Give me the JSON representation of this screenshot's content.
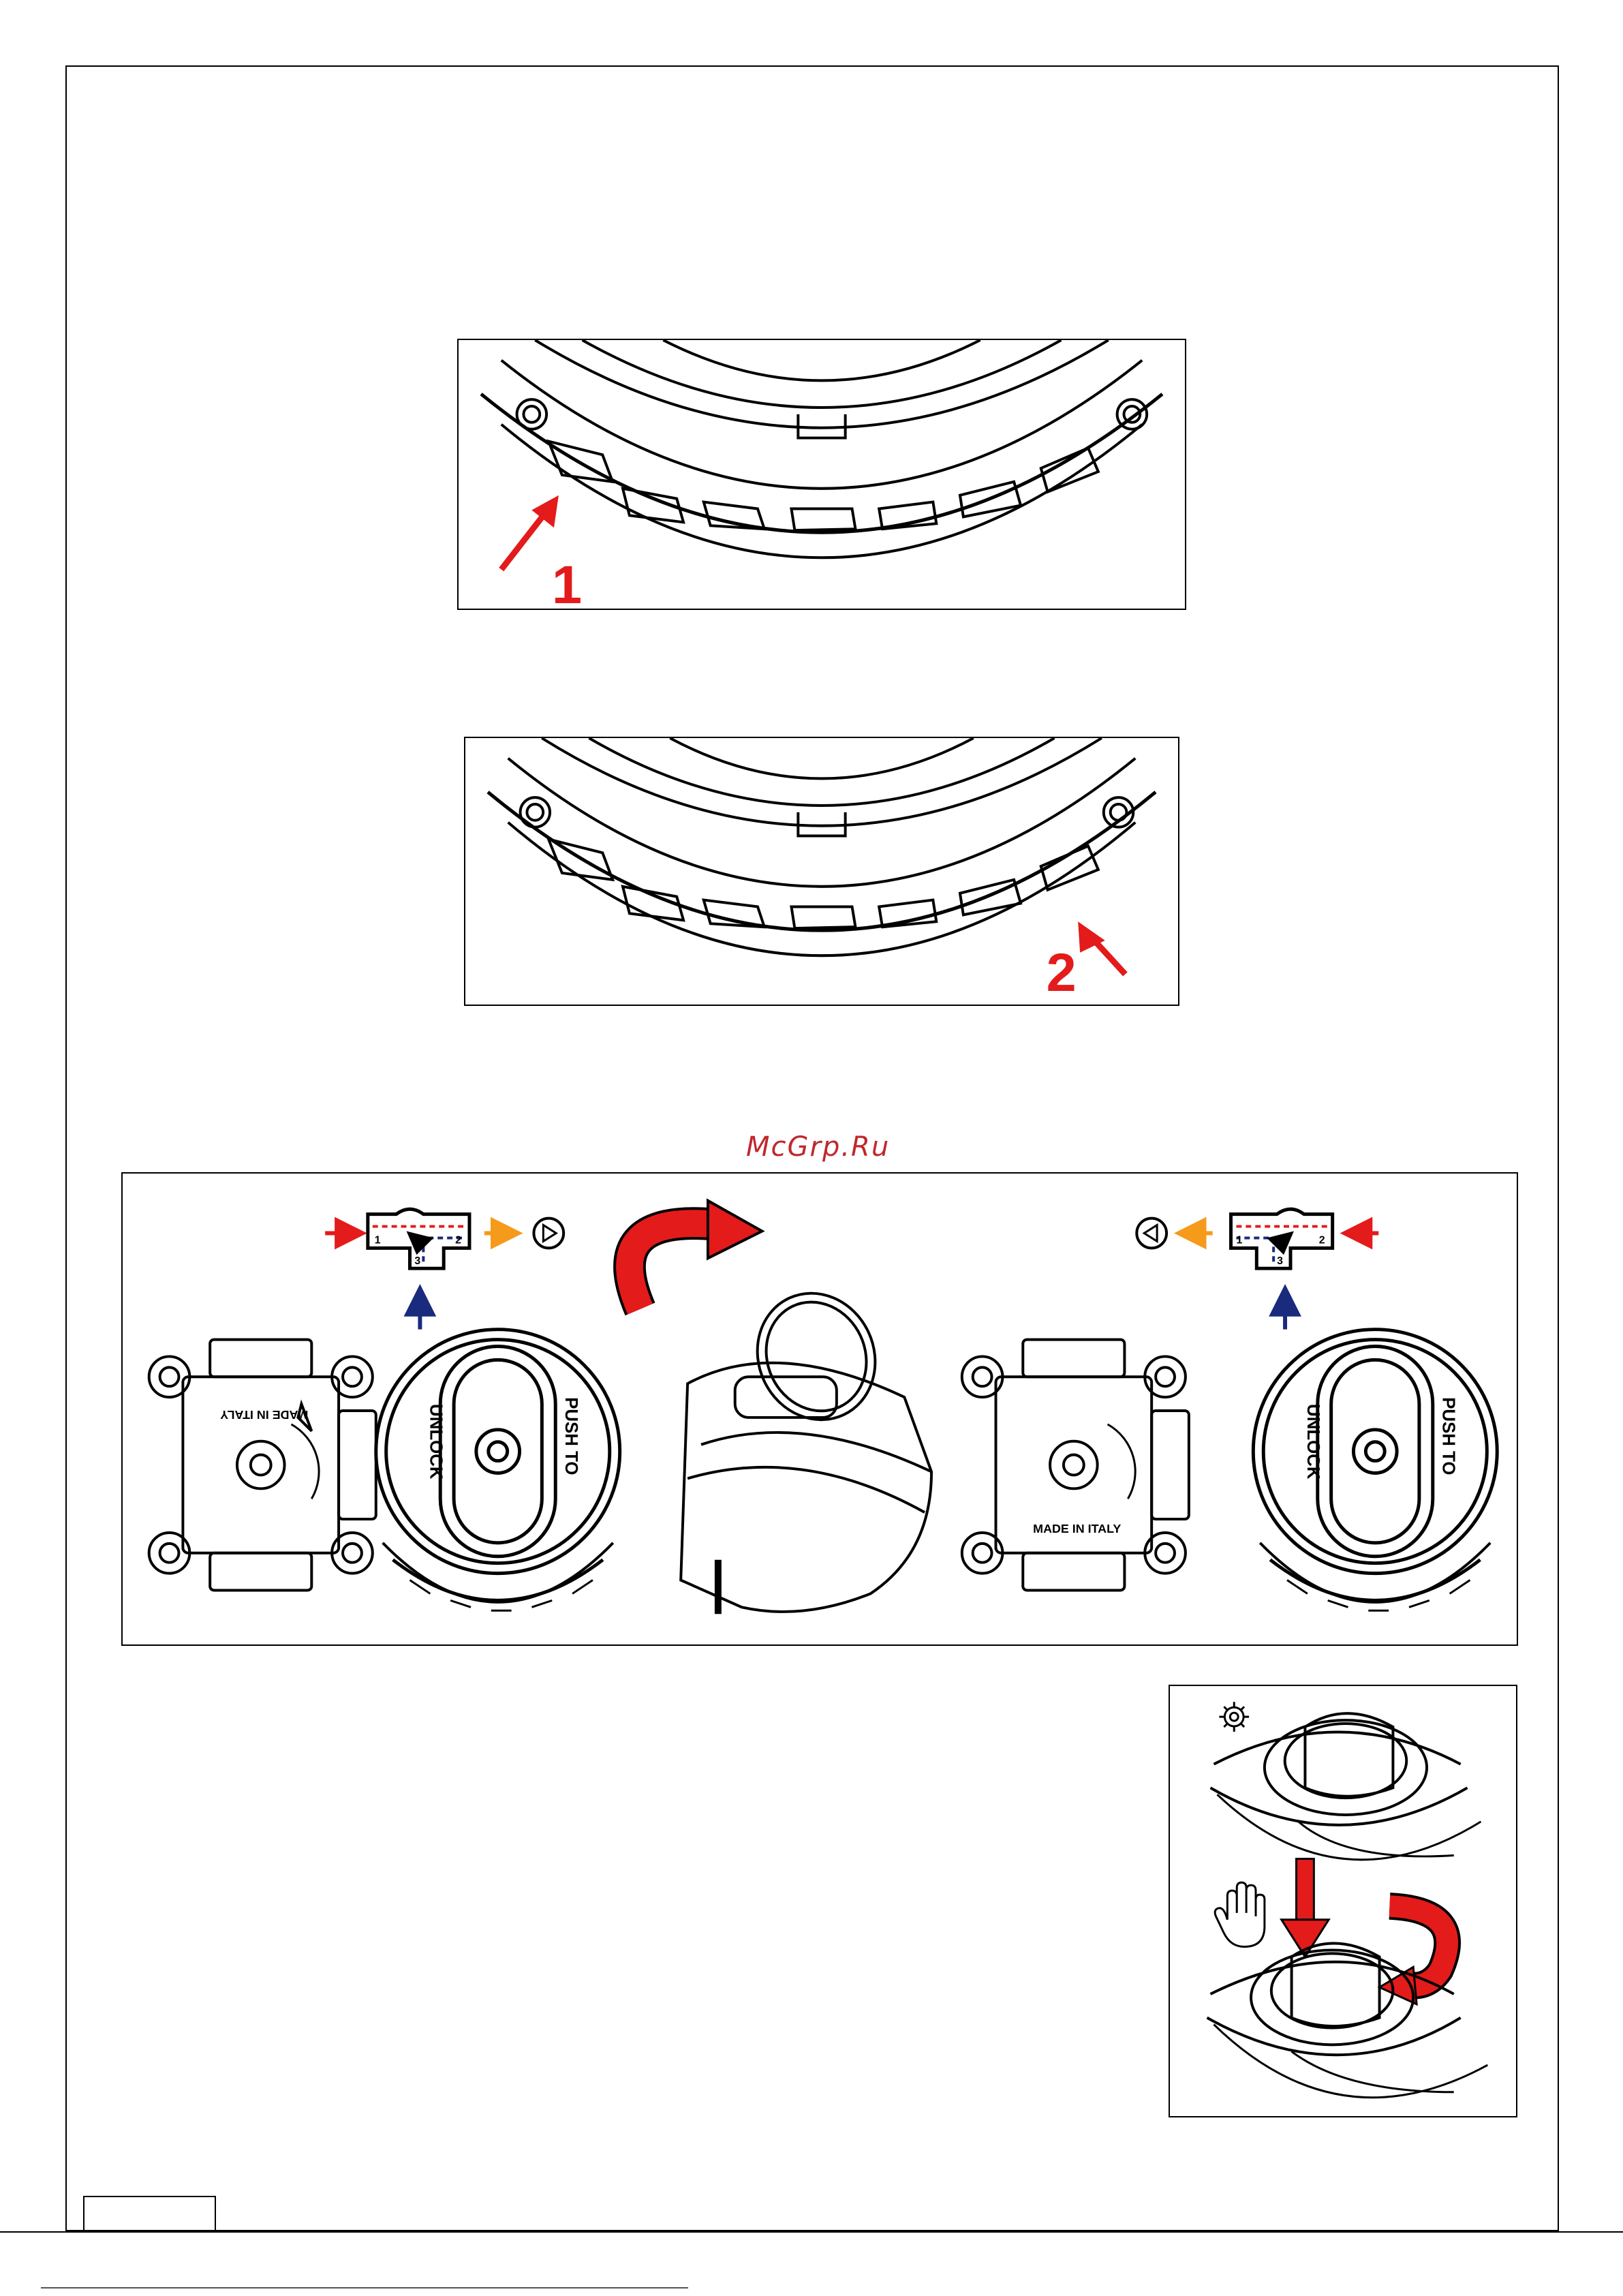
{
  "watermark": "McGrp.Ru",
  "figure1": {
    "marker": "1"
  },
  "figure2": {
    "marker": "2"
  },
  "figure3": {
    "left_valve": {
      "port1": "1",
      "port2": "2",
      "port3": "3",
      "body_label": "MADE IN ITALY"
    },
    "left_actuator": {
      "label_a": "UNLOCK",
      "label_b": "PUSH TO"
    },
    "right_valve": {
      "port1": "1",
      "port2": "2",
      "port3": "3",
      "body_label": "MADE IN ITALY"
    },
    "right_actuator": {
      "label_a": "UNLOCK",
      "label_b": "PUSH TO"
    }
  },
  "figure4": {
    "icons": [
      "gear-icon",
      "hand-icon"
    ]
  },
  "colors": {
    "red": "#e31b1b",
    "orange": "#f59a1b",
    "navy": "#1a2a7c",
    "line": "#000000"
  }
}
